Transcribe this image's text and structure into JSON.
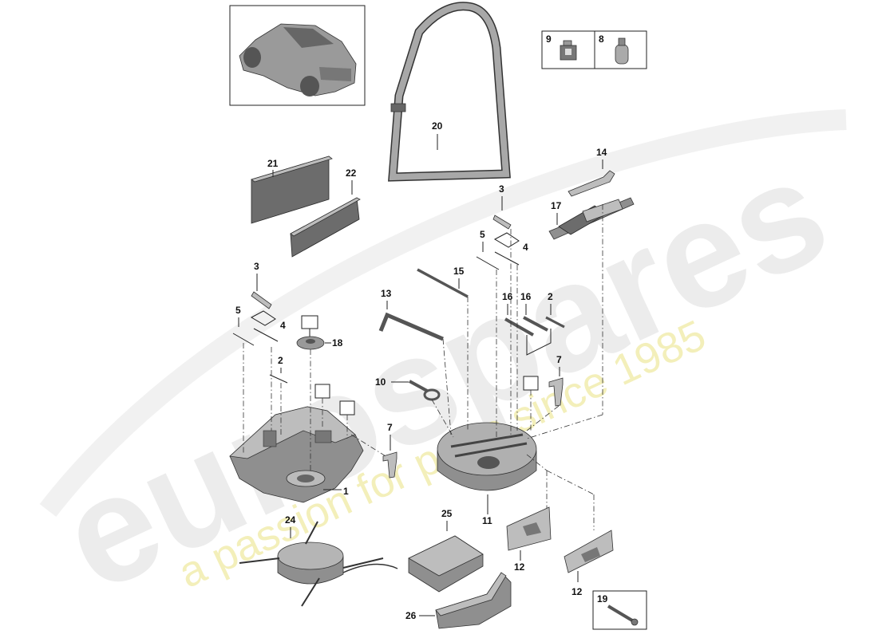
{
  "watermark": {
    "brand": "eurospares",
    "tagline": "a passion for parts since 1985",
    "brand_color": "#d9d9d9",
    "tagline_color": "#e8e48a"
  },
  "labels": {
    "p1": "1",
    "p2a": "2",
    "p2b": "2",
    "p3a": "3",
    "p3b": "3",
    "p4a": "4",
    "p4b": "4",
    "p5a": "5",
    "p5b": "5",
    "p7a": "7",
    "p7b": "7",
    "p8box": "8",
    "p8inset": "8",
    "p9box": "9",
    "p9box2": "9",
    "p9inset": "9",
    "p10": "10",
    "p11": "11",
    "p12a": "12",
    "p12b": "12",
    "p13": "13",
    "p14": "14",
    "p15": "15",
    "p16a": "16",
    "p16b": "16",
    "p17": "17",
    "p18": "18",
    "p19box": "19",
    "p19inset": "19",
    "p20": "20",
    "p21": "21",
    "p22": "22",
    "p24": "24",
    "p25": "25",
    "p26": "26"
  },
  "icons": {
    "car": "vehicle-icon",
    "first_aid": "first-aid-kit-icon",
    "extinguisher": "bottle-icon",
    "wrench": "wrench-icon"
  }
}
